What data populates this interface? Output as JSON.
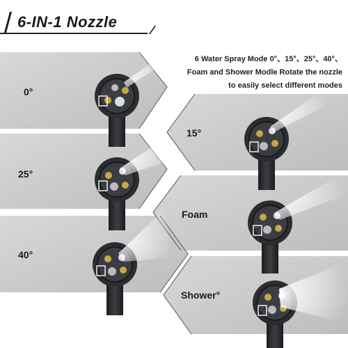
{
  "title": "6-IN-1 Nozzle",
  "description": {
    "line1": "6 Water Spray Mode 0°、15°、25°、40°、",
    "line2": "Foam and Shower Modle Rotate the nozzle",
    "line3": "to easily select different modes"
  },
  "modes": [
    {
      "label": "0°",
      "icon": "nozzle-jet-icon"
    },
    {
      "label": "15°",
      "icon": "nozzle-fan-icon"
    },
    {
      "label": "25°",
      "icon": "nozzle-fan-icon"
    },
    {
      "label": "Foam",
      "icon": "nozzle-foam-icon"
    },
    {
      "label": "40°",
      "icon": "nozzle-wide-icon"
    },
    {
      "label": "Shower°",
      "icon": "nozzle-shower-icon"
    }
  ],
  "colors": {
    "panel": "#c9c9c9",
    "panel_light": "#dcdcdc",
    "nozzle": "#2b2d30"
  }
}
